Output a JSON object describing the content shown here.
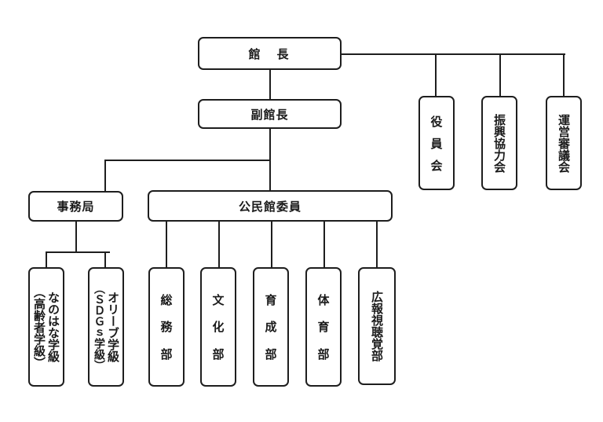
{
  "chart": {
    "title": "公民館組織図",
    "director": "館　長",
    "vice_director": "副館長",
    "advisory": [
      {
        "label": "役員会",
        "chars": [
          "役",
          "員",
          "会"
        ]
      },
      {
        "label": "振興協力会"
      },
      {
        "label": "運営審議会"
      }
    ],
    "office": "事務局",
    "committee": "公民館委員",
    "classes": [
      {
        "main": "なのはな学級",
        "sub": "（高齢者学級）"
      },
      {
        "main": "オリーブ学級",
        "sub": "（ＳＤＧｓ学級）"
      }
    ],
    "departments": [
      {
        "label": "総務部",
        "chars": [
          "総",
          "務",
          "部"
        ]
      },
      {
        "label": "文化部",
        "chars": [
          "文",
          "化",
          "部"
        ]
      },
      {
        "label": "育成部",
        "chars": [
          "育",
          "成",
          "部"
        ]
      },
      {
        "label": "体育部",
        "chars": [
          "体",
          "育",
          "部"
        ]
      },
      {
        "label": "広報視聴覚部"
      }
    ]
  }
}
